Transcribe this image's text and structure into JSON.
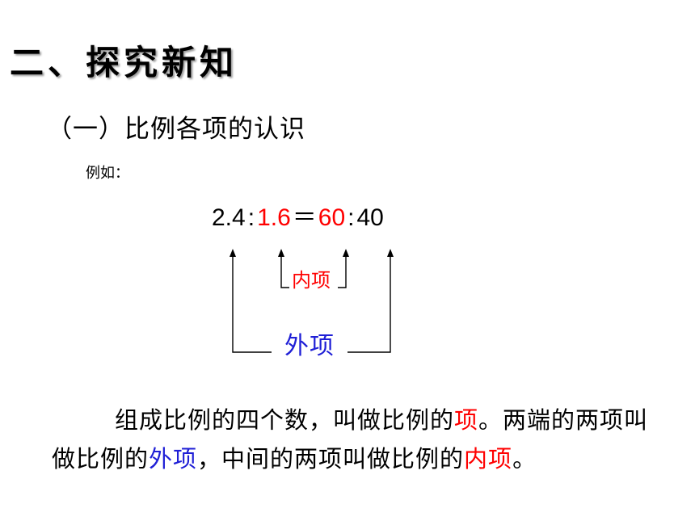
{
  "section_title": "二、探究新知",
  "subsection_title": "（一）比例各项的认识",
  "example_label": "例如：",
  "ratio": {
    "a": "2.4",
    "colon1": ":",
    "b": "1.6",
    "equals": "＝",
    "c": "60",
    "colon2": ":",
    "d": "40"
  },
  "labels": {
    "inner_terms": "内项",
    "outer_terms": "外项"
  },
  "paragraph": {
    "line1_a": "组成比例的四个数，叫做比例的",
    "term_xiang": "项",
    "line1_b": "。两端的两项叫做比例的",
    "term_outer": "外项",
    "line2_a": "，中间的两项叫做比例的",
    "term_inner": "内项",
    "line2_b": "。"
  },
  "colors": {
    "inner_highlight": "#ff0000",
    "outer_highlight": "#1f1fd6"
  }
}
